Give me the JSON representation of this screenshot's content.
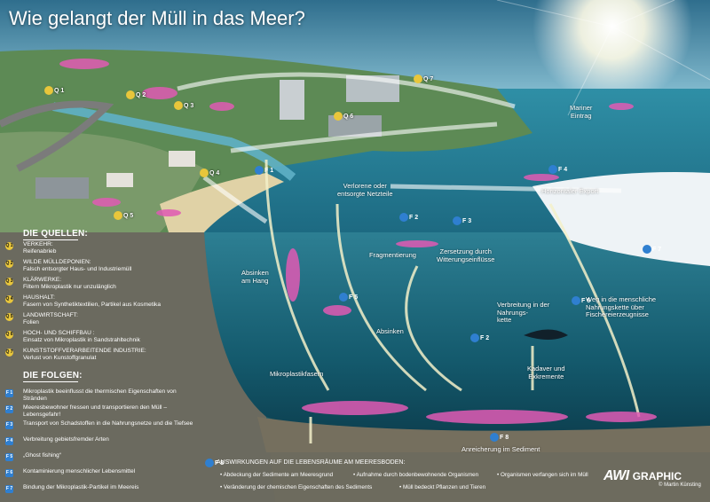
{
  "title": "Wie gelangt der Müll in das Meer?",
  "scene_labels": {
    "mariner_eintrag": "Mariner\nEintrag",
    "verlorene_netzteile": "Verlorene oder\nentsorgte Netzteile",
    "horizontaler_export": "Horizontaler Export",
    "fragmentierung": "Fragmentierung",
    "zersetzung": "Zersetzung durch\nWitterungseinflüsse",
    "absinken_hang": "Absinken\nam Hang",
    "absinken": "Absinken",
    "verbreitung_nahrungskette": "Verbreitung in der\nNahrungs-\nkette",
    "weg_nahrungskette": "Weg in die menschliche\nNahrungskette über\nFischereierzeugnisse",
    "kadaver": "Kadaver und\nExkremente",
    "mikroplastikfasern": "Mikroplastikfasern",
    "anreicherung": "Anreicherung im Sediment"
  },
  "badges": {
    "q1": "Q 1",
    "q2": "Q 2",
    "q3": "Q 3",
    "q4": "Q 4",
    "q5": "Q 5",
    "q6": "Q 6",
    "q7": "Q 7",
    "f1": "F 1",
    "f2": "F 2",
    "f3": "F 3",
    "f4": "F 4",
    "f5": "F 5",
    "f6": "F 6",
    "f7": "F 7",
    "f8": "F 8"
  },
  "quellen": {
    "heading": "DIE QUELLEN:",
    "items": [
      {
        "id": "Q 1",
        "head": "VERKEHR:",
        "sub": "Reifenabrieb"
      },
      {
        "id": "Q 2",
        "head": "WILDE MÜLLDEPONIEN:",
        "sub": "Falsch entsorgter Haus- und Industriemüll"
      },
      {
        "id": "Q 3",
        "head": "KLÄRWERKE:",
        "sub": "Filtern Mikroplastik nur unzulänglich"
      },
      {
        "id": "Q 4",
        "head": "HAUSHALT:",
        "sub": "Fasern von Synthetiktextilien, Partikel aus Kosmetika"
      },
      {
        "id": "Q 5",
        "head": "LANDWIRTSCHAFT:",
        "sub": "Folien"
      },
      {
        "id": "Q 6",
        "head": "HOCH- UND SCHIFFBAU :",
        "sub": "Einsatz von Mikroplastik in Sandstrahltechnik"
      },
      {
        "id": "Q 7",
        "head": "KUNSTSTOFFVERARBEITENDE INDUSTRIE:",
        "sub": "Verlust von Kunstoffgranulat"
      }
    ]
  },
  "folgen": {
    "heading": "DIE FOLGEN:",
    "items": [
      {
        "id": "F 1",
        "text": "Mikroplastik beeinflusst die thermischen Eigenschaften von Stränden"
      },
      {
        "id": "F 2",
        "text": "Meeresbewohner fressen und transportieren den Müll – Lebensgefahr!"
      },
      {
        "id": "F 3",
        "text": "Transport von Schadstoffen in die Nahrungsnetze und die Tiefsee"
      },
      {
        "id": "F 4",
        "text": "Verbreitung gebietsfremder Arten"
      },
      {
        "id": "F 5",
        "text": "„Ghost fishing“"
      },
      {
        "id": "F 6",
        "text": "Kontaminierung menschlicher Lebensmittel"
      },
      {
        "id": "F 7",
        "text": "Bindung der Mikroplastik-Partikel im Meereis"
      }
    ]
  },
  "auswirkungen": {
    "id": "F 8",
    "heading": "AUSWIRKUNGEN AUF DIE LEBENSRÄUME AM MEERESBODEN:",
    "items": [
      "Abdeckung der Sedimente am Meeresgrund",
      "Aufnahme durch bodenbewohnende Organismen",
      "Organismen verfangen sich im Müll",
      "Veränderung der chemischen Eigenschaften des Sediments",
      "Müll bedeckt Pflanzen und Tieren"
    ]
  },
  "logo": {
    "mark": "AWI",
    "word": "GRAPHIC",
    "credit": "© Martin Künsting"
  },
  "colors": {
    "sky": "#3f7f9c",
    "sea": "#2a7a90",
    "deep": "#0e4b5e",
    "litter": "#e05ab4",
    "quelle": "#e8c63b",
    "folge": "#2f7fd0",
    "panel": "#6b6a5f"
  }
}
